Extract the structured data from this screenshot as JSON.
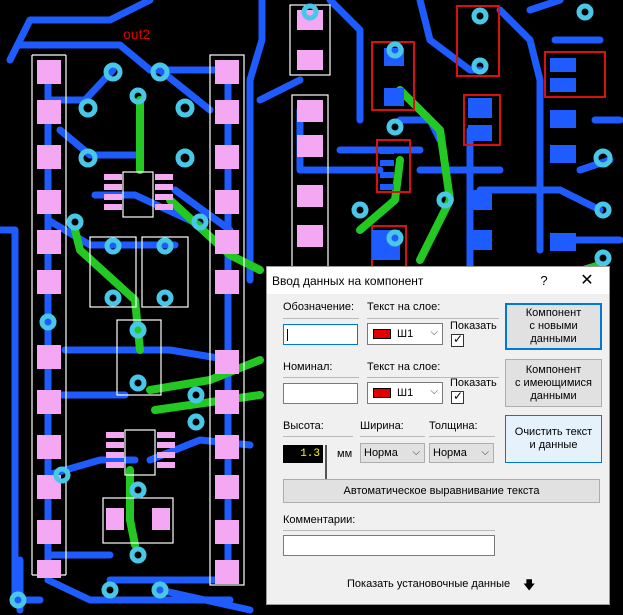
{
  "pcb": {
    "label": "out2",
    "colors": {
      "track": "#1f5cff",
      "track_alt": "#23c823",
      "pad": "#f4a8f4",
      "via": "#48c8e6",
      "outline": "#d81010",
      "silk": "#ffffff"
    }
  },
  "dialog": {
    "title": "Ввод данных на компонент",
    "help_label": "?",
    "close_label": "✕",
    "designator": {
      "label": "Обозначение:",
      "value": "",
      "layer_label": "Текст на слое:",
      "layer_value": "Ш1",
      "show_label": "Показать",
      "show_checked": true
    },
    "nominal": {
      "label": "Номинал:",
      "value": "",
      "layer_label": "Текст на слое:",
      "layer_value": "Ш1",
      "show_label": "Показать",
      "show_checked": true
    },
    "size": {
      "height_label": "Высота:",
      "height_value": "1.3",
      "height_unit": "мм",
      "width_label": "Ширина:",
      "width_value": "Норма",
      "thickness_label": "Толщина:",
      "thickness_value": "Норма"
    },
    "buttons": {
      "new_component": "Компонент\nс новыми\nданными",
      "existing_component": "Компонент\nс имеющимися\nданными",
      "clear_text": "Очистить текст\nи данные",
      "auto_align": "Автоматическое выравнивание текста"
    },
    "comments": {
      "label": "Комментарии:",
      "value": ""
    },
    "footer": {
      "show_install_data": "Показать установочные данные",
      "arrow_icon": "arrow-down-icon"
    }
  }
}
